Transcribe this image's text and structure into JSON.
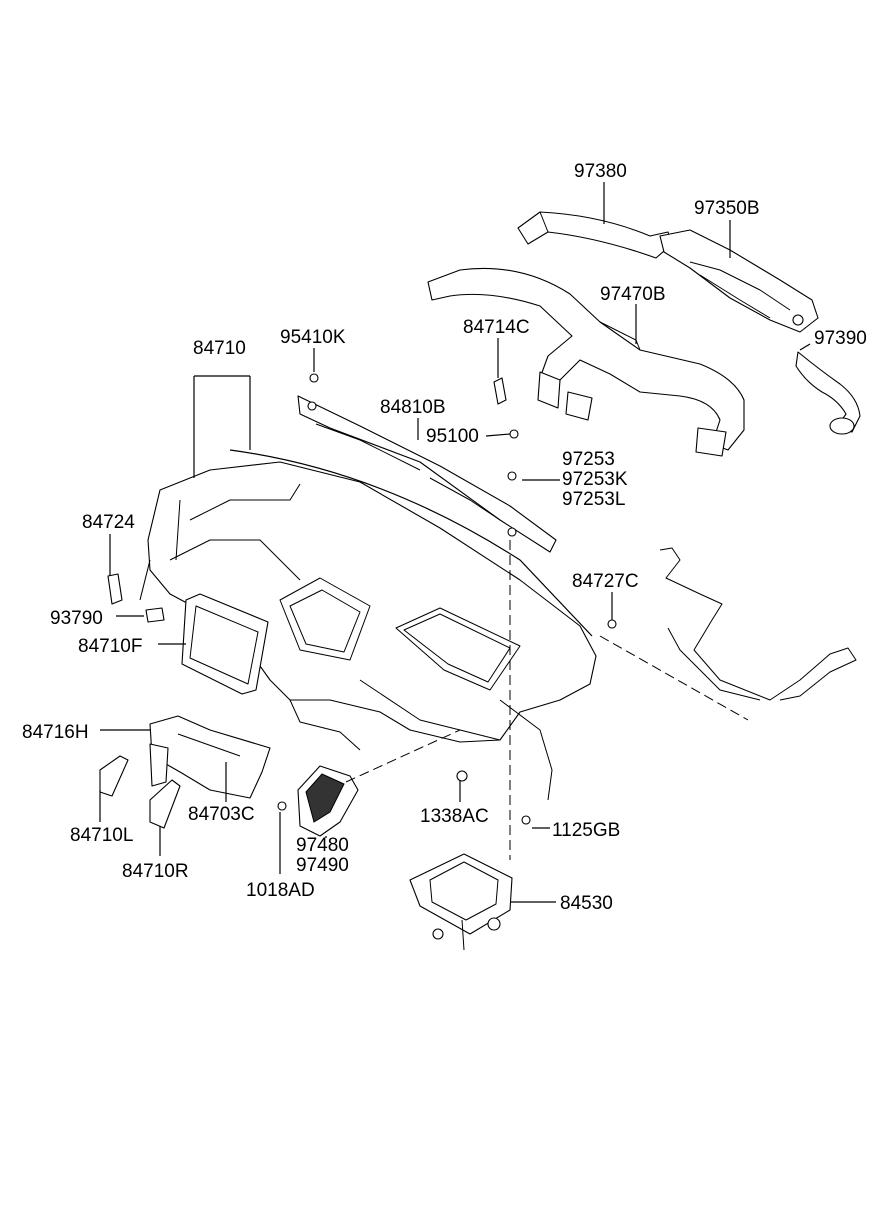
{
  "labels": {
    "p97380": "97380",
    "p97350B": "97350B",
    "p97470B": "97470B",
    "p97390": "97390",
    "p84714C": "84714C",
    "p95410K": "95410K",
    "p84710": "84710",
    "p84810B": "84810B",
    "p95100": "95100",
    "p97253": "97253",
    "p97253K": "97253K",
    "p97253L": "97253L",
    "p84724": "84724",
    "p84727C": "84727C",
    "p93790": "93790",
    "p84710F": "84710F",
    "p84716H": "84716H",
    "p84703C": "84703C",
    "p84710L": "84710L",
    "p84710R": "84710R",
    "p97480": "97480",
    "p97490": "97490",
    "p1018AD": "1018AD",
    "p1338AC": "1338AC",
    "p1125GB": "1125GB",
    "p84530": "84530"
  }
}
